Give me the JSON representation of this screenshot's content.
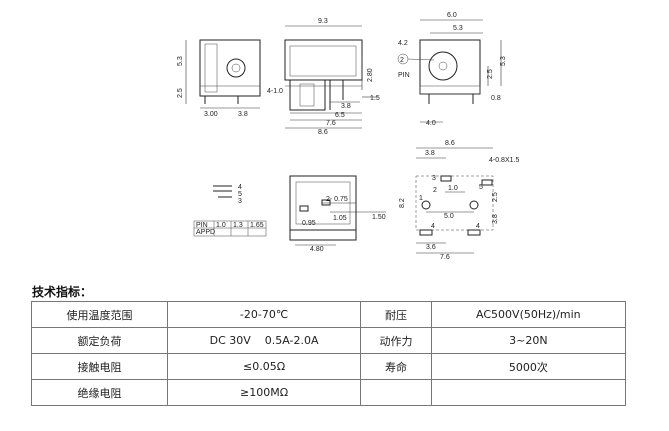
{
  "drawing": {
    "top_left": {
      "dim_width": "9.3",
      "dim_height_left": "5.3",
      "dim_lower_left": "2.5",
      "dim_pin_spacing_1": "3.00",
      "dim_pin_spacing_2": "3.8",
      "dim_body_height": "2.80",
      "dim_pin_dia": "4-1.0",
      "dim_a": "3.8",
      "dim_b": "1.5",
      "dim_c": "6.5",
      "dim_d": "7.6",
      "dim_e": "8.6"
    },
    "top_right": {
      "dim_width": "6.0",
      "dim_inner": "5.3",
      "dim_dia": "4.2",
      "pin_marker": "2",
      "pin_label": "PIN",
      "dim_right_1": "2.5",
      "dim_right_2": "5.3",
      "dim_bottom_small": "0.8",
      "dim_bottom": "4.0"
    },
    "mid_left": {
      "pin_labels": [
        "4",
        "5",
        "3"
      ],
      "pin_table": {
        "row1": [
          "PIN",
          "1.0",
          "1.3",
          "1.65"
        ],
        "row2": [
          "APPD",
          "",
          "",
          ""
        ]
      }
    },
    "mid_center": {
      "dim_top": "2- 0.75",
      "dim_mid": "1.05",
      "dim_left": "0.95",
      "dim_right": "1.50",
      "dim_bottom": "4.80"
    },
    "mid_right": {
      "dim_top": "8.6",
      "dim_top_inner": "3.8",
      "hole_note": "4-0.8X1.5",
      "dim_left": "8.2",
      "dim_mid_1": "1.0",
      "dim_mid_2": "5.0",
      "dim_right_1": "2.5",
      "dim_right_2": "3.8",
      "dim_bottom_1": "3.6",
      "dim_bottom_2": "7.6",
      "pin_nums": [
        "3",
        "2",
        "1",
        "5",
        "4",
        "4"
      ]
    }
  },
  "specs": {
    "title": "技术指标：",
    "rows": [
      {
        "label1": "使用温度范围",
        "value1": "-20-70℃",
        "label2": "耐压",
        "value2": "AC500V(50Hz)/min"
      },
      {
        "label1": "额定负荷",
        "value1": "DC 30V    0.5A-2.0A",
        "label2": "动作力",
        "value2": "3~20N"
      },
      {
        "label1": "接触电阻",
        "value1": "≤0.05Ω",
        "label2": "寿命",
        "value2": "5000次"
      },
      {
        "label1": "绝缘电阻",
        "value1": "≥100MΩ",
        "label2": "",
        "value2": ""
      }
    ]
  }
}
